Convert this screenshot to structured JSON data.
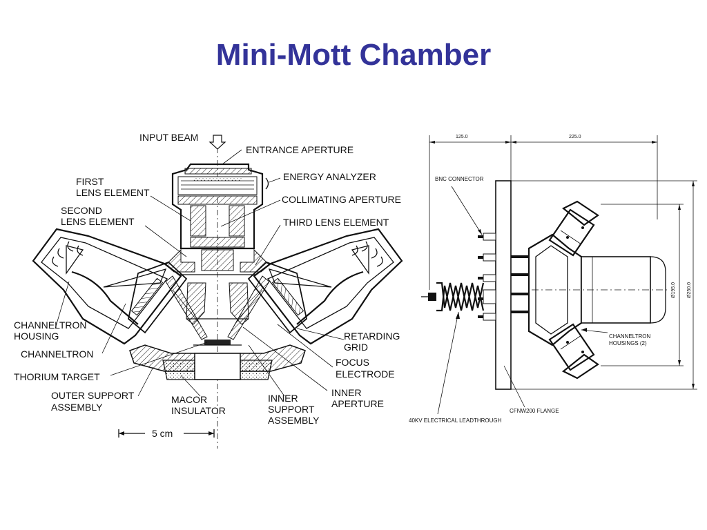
{
  "title": "Mini-Mott Chamber",
  "left_diagram": {
    "labels": {
      "input_beam": "INPUT BEAM",
      "entrance_aperture": "ENTRANCE APERTURE",
      "energy_analyzer": "ENERGY ANALYZER",
      "first_lens_l1": "FIRST",
      "first_lens_l2": "LENS ELEMENT",
      "collimating_aperture": "COLLIMATING APERTURE",
      "second_lens_l1": "SECOND",
      "second_lens_l2": "LENS ELEMENT",
      "third_lens_element": "THIRD LENS ELEMENT",
      "channeltron_housing_l1": "CHANNELTRON",
      "channeltron_housing_l2": "HOUSING",
      "retarding_grid_l1": "RETARDING",
      "retarding_grid_l2": "GRID",
      "channeltron": "CHANNELTRON",
      "focus_electrode_l1": "FOCUS",
      "focus_electrode_l2": "ELECTRODE",
      "thorium_target": "THORIUM TARGET",
      "outer_support_l1": "OUTER SUPPORT",
      "outer_support_l2": "ASSEMBLY",
      "macor_l1": "MACOR",
      "macor_l2": "INSULATOR",
      "inner_support_l1": "INNER",
      "inner_support_l2": "SUPPORT",
      "inner_support_l3": "ASSEMBLY",
      "inner_aperture_l1": "INNER",
      "inner_aperture_l2": "APERTURE",
      "scale": "5 cm"
    }
  },
  "right_diagram": {
    "labels": {
      "dim_125": "125.0",
      "dim_225": "225.0",
      "bnc_connector": "BNC CONNECTOR",
      "dia_195": "Ø195.0",
      "dia_250": "Ø250.0",
      "channeltron_housings_l1": "CHANNELTRON",
      "channeltron_housings_l2": "HOUSINGS (2)",
      "leadthrough": "40KV ELECTRICAL LEADTHROUGH",
      "flange": "CFNW200 FLANGE"
    }
  }
}
